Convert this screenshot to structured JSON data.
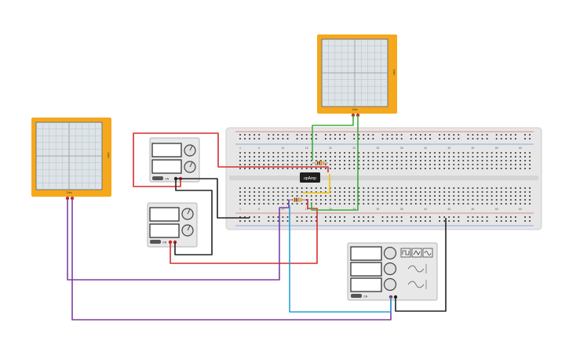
{
  "colors": {
    "scope_frame": "#f5a81c",
    "scope_screen": "#dde3e7",
    "breadboard": "#e6e6e6",
    "wire_red": "#d32f2f",
    "wire_black": "#222222",
    "wire_green": "#3cae3c",
    "wire_purple": "#7b3fa0",
    "wire_blue": "#2a9fd6",
    "wire_yellow": "#f2c200",
    "opamp_body": "#1f1f1f"
  },
  "oscilloscope_top": {
    "y_axis_label": "V/div",
    "x_axis_label": "T/div"
  },
  "oscilloscope_left": {
    "y_axis_label": "V/div",
    "x_axis_label": "T/div"
  },
  "breadboard": {
    "column_numbers": [
      "1",
      "5",
      "10",
      "15",
      "20",
      "25",
      "30",
      "35",
      "40",
      "45",
      "50",
      "55",
      "60"
    ],
    "row_letters_top": [
      "a",
      "b",
      "c",
      "d",
      "e"
    ],
    "row_letters_bottom": [
      "f",
      "g",
      "h",
      "i",
      "j"
    ]
  },
  "opamp": {
    "label": "opAmp"
  },
  "power_supply_1": {
    "switch_label": "ON"
  },
  "power_supply_2": {
    "switch_label": "ON"
  },
  "function_generator": {
    "switch_label": "ON"
  }
}
